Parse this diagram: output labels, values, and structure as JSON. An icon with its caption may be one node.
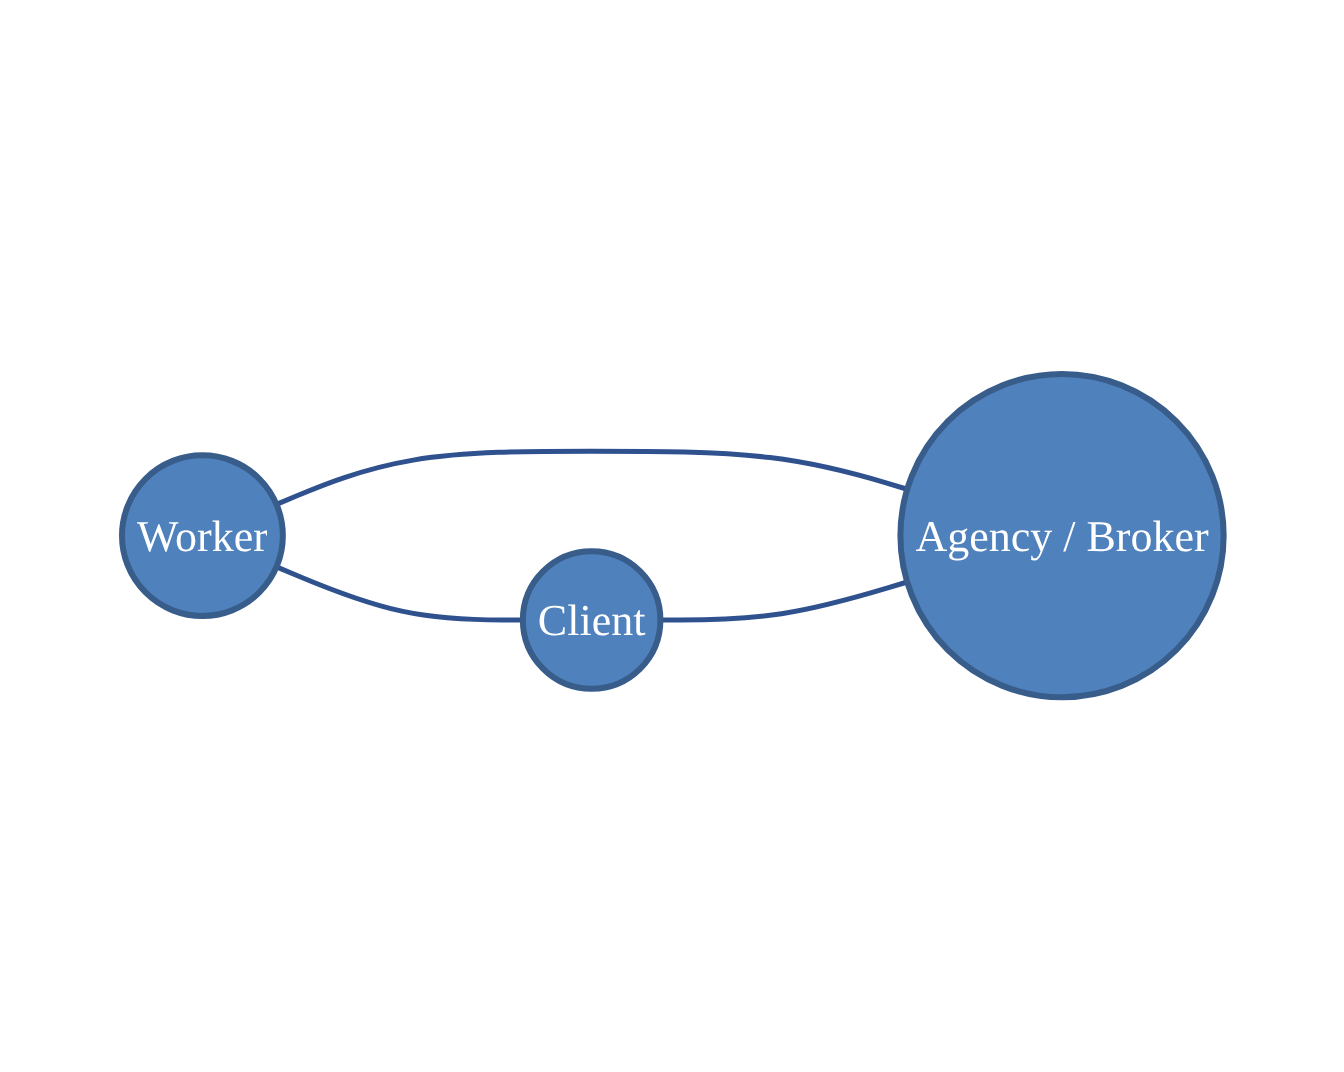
{
  "diagram": {
    "nodes": [
      {
        "text": [
          "Worker"
        ]
      },
      {
        "text": [
          "Client"
        ]
      },
      {
        "text": [
          "Agency / Broker"
        ]
      }
    ],
    "edges": [
      {
        "from": 0,
        "to": 1,
        "arrow": "none"
      },
      {
        "from": 0,
        "to": 2,
        "arrow": "none"
      },
      {
        "from": 1,
        "to": 2,
        "arrow": "none"
      }
    ]
  }
}
